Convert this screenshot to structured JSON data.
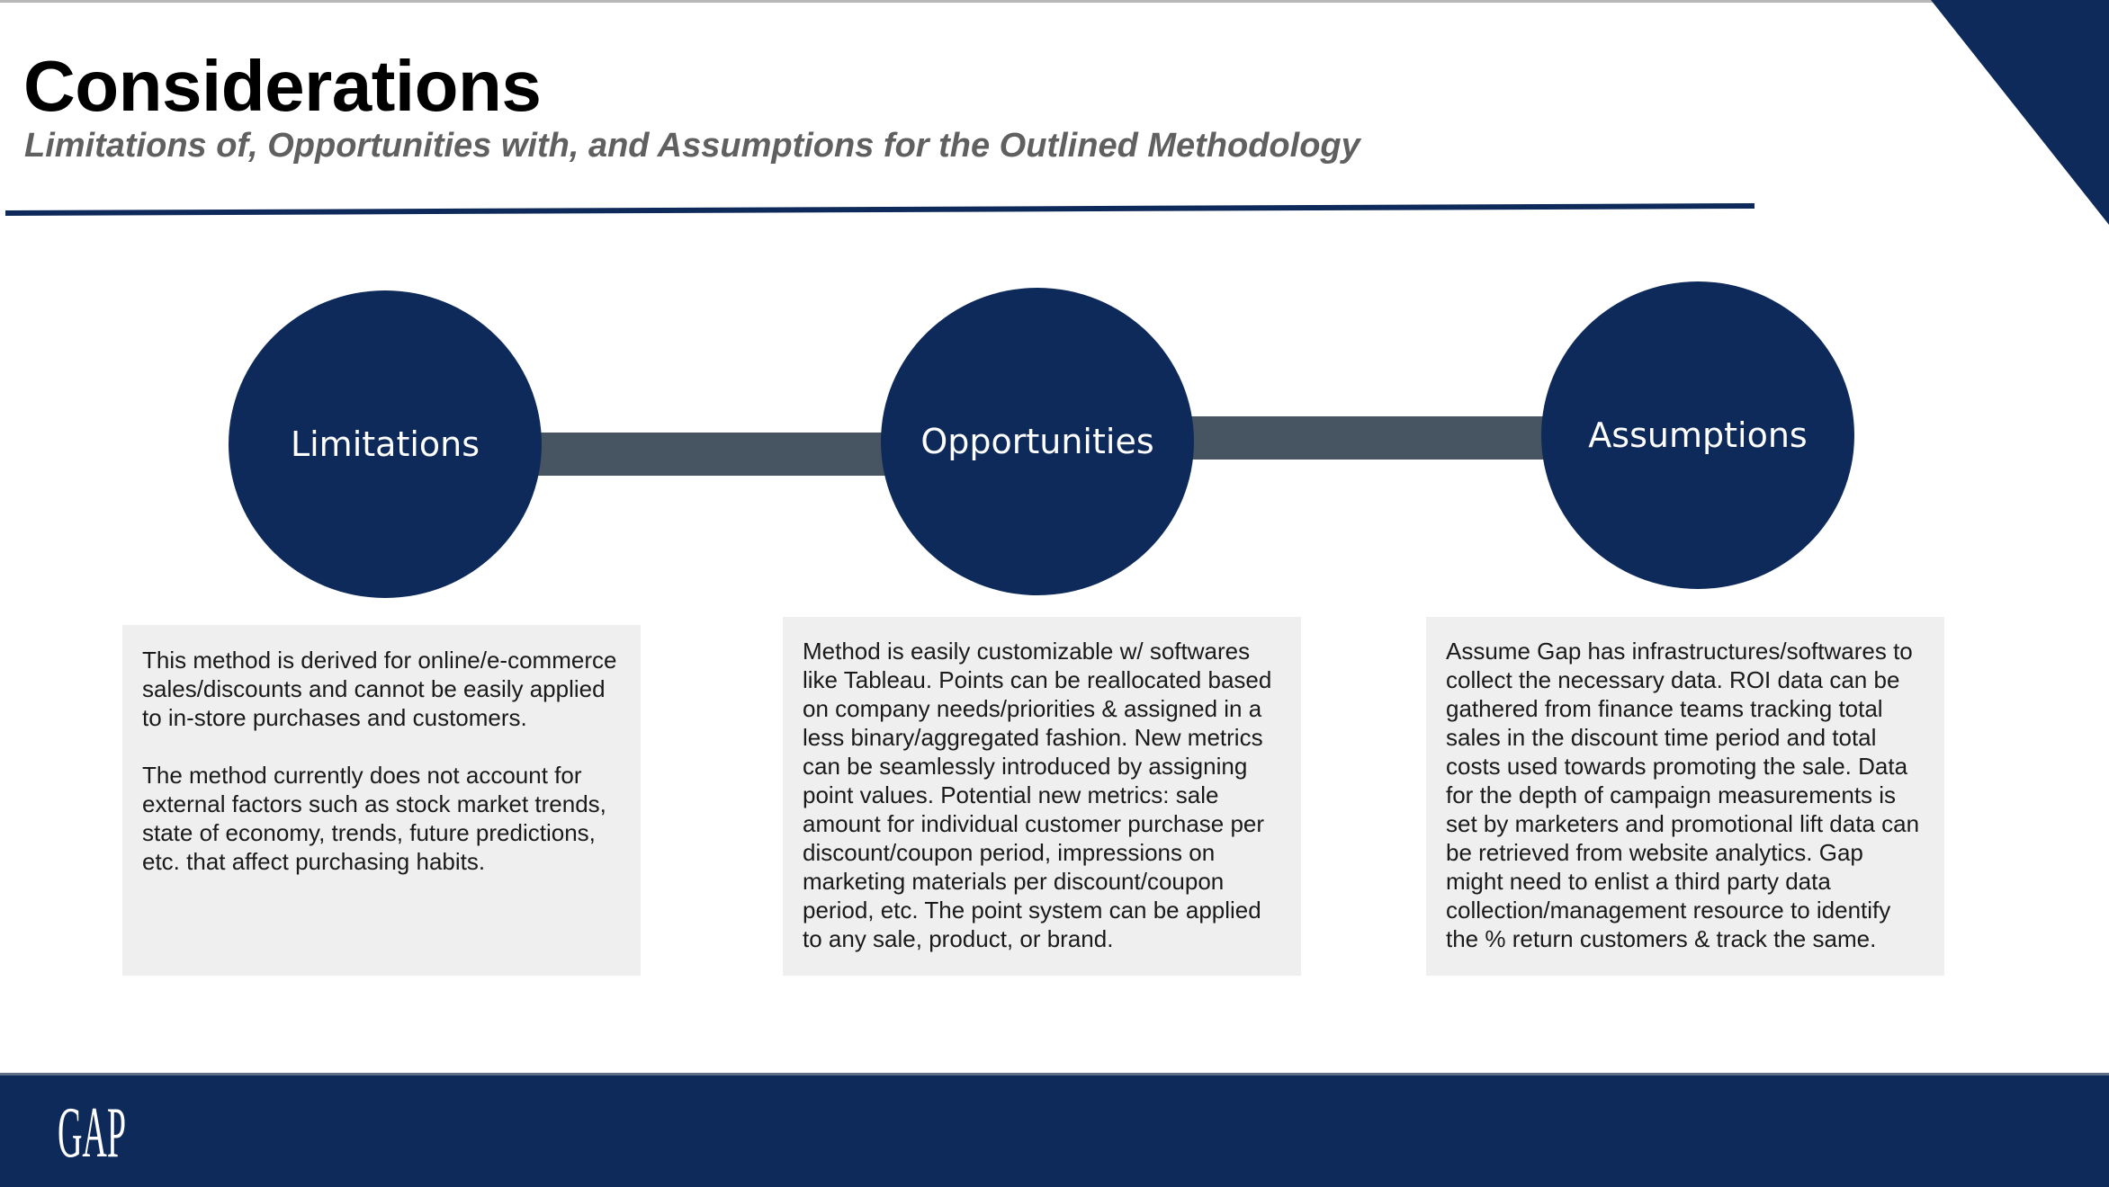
{
  "slide": {
    "title": "Considerations",
    "subtitle": "Limitations of, Opportunities with, and Assumptions for the Outlined Methodology"
  },
  "timeline": {
    "nodes": [
      {
        "label": "Limitations"
      },
      {
        "label": "Opportunities"
      },
      {
        "label": "Assumptions"
      }
    ]
  },
  "cards": {
    "limitations": {
      "paragraphs": [
        "This method is derived for online/e-commerce sales/discounts and cannot be easily applied to in-store purchases and customers.",
        "The method currently does not account for external factors such as stock market trends, state of economy, trends, future predictions, etc. that affect purchasing habits."
      ]
    },
    "opportunities": {
      "text": "Method is easily customizable w/ softwares like Tableau. Points can be reallocated based on company needs/priorities & assigned in a less binary/aggregated fashion. New metrics can be seamlessly introduced by assigning point values. Potential new metrics: sale amount for individual customer purchase per discount/coupon period, impressions on marketing materials per discount/coupon period, etc. The point system can be applied to any sale, product, or brand."
    },
    "assumptions": {
      "text": "Assume Gap has infrastructures/softwares to collect the necessary data. ROI data can be gathered from finance teams tracking total sales in the discount time period and total costs used towards promoting the sale. Data for the depth of campaign measurements is set by marketers and promotional lift data can be retrieved from website analytics. Gap might need to enlist a third party data collection/management resource to identify the % return customers & track the same."
    }
  },
  "footer": {
    "logo": "GAP"
  },
  "colors": {
    "navy": "#0e2a5a",
    "connector": "#475461",
    "card_bg": "#efefef"
  }
}
